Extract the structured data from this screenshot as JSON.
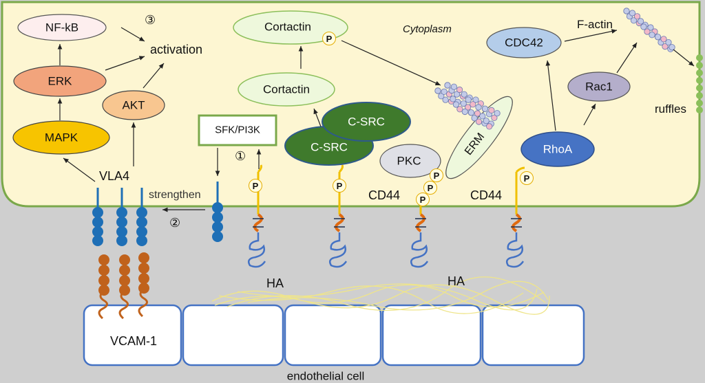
{
  "nodes": {
    "nfkb": "NF-kB",
    "erk": "ERK",
    "mapk": "MAPK",
    "akt": "AKT",
    "activation": "activation",
    "vla4": "VLA4",
    "strengthen": "strengthen",
    "sfk_pi3k": "SFK/PI3K",
    "cortactin_top": "Cortactin",
    "cortactin_mid": "Cortactin",
    "csrc_1": "C-SRC",
    "csrc_2": "C-SRC",
    "pkc": "PKC",
    "erm": "ERM",
    "cd44_left": "CD44",
    "cd44_right": "CD44",
    "ha_left": "HA",
    "ha_right": "HA",
    "cytoplasm": "Cytoplasm",
    "cdc42": "CDC42",
    "f_actin": "F-actin",
    "rac1": "Rac1",
    "rhoa": "RhoA",
    "ruffles": "ruffles",
    "vcam1": "VCAM-1",
    "endothelial": "endothelial cell"
  },
  "markers": {
    "circled_1": "①",
    "circled_2": "②",
    "circled_3": "③"
  },
  "phospho": "P",
  "colors": {
    "cytoplasm_fill": "#fdf6d2",
    "cytoplasm_border": "#7aa84a",
    "background": "#cfcfcf",
    "mapk": "#f7c400",
    "erk": "#f2a47c",
    "akt": "#f8c690",
    "cortactin": "#eef8dc",
    "csrc": "#3f7a2c",
    "cdc42": "#b4cdea",
    "rac1": "#b4aecb",
    "rhoa": "#4673c4",
    "integrin_blue": "#1e6fb6",
    "vcam_brown": "#c0621c",
    "cd44_yellow": "#f0c000"
  }
}
